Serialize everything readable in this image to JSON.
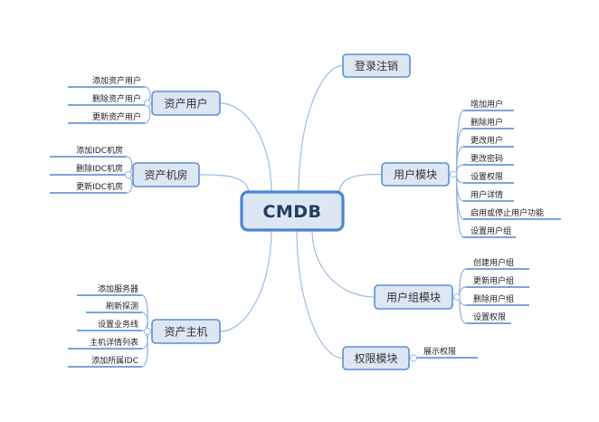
{
  "root": {
    "label": "CMDB"
  },
  "colors": {
    "node_fill": "#dde6f3",
    "node_border": "#5b8fd6",
    "connector": "#9cbbe6",
    "leaf_underline": "#4f86d1",
    "root_text": "#1f3f63"
  },
  "branches": [
    {
      "id": "asset-user",
      "label": "资产用户",
      "side": "left",
      "children": [
        "添加资产用户",
        "删除资产用户",
        "更新资产用户"
      ]
    },
    {
      "id": "asset-room",
      "label": "资产机房",
      "side": "left",
      "children": [
        "添加IDC机房",
        "删除IDC机房",
        "更新IDC机房"
      ]
    },
    {
      "id": "asset-host",
      "label": "资产主机",
      "side": "left",
      "children": [
        "添加服务器",
        "刷新探测",
        "设置业务线",
        "主机详情列表",
        "添加所属IDC"
      ]
    },
    {
      "id": "login",
      "label": "登录注销",
      "side": "right",
      "children": []
    },
    {
      "id": "user-module",
      "label": "用户模块",
      "side": "right",
      "children": [
        "增加用户",
        "删除用户",
        "更改用户",
        "更改密码",
        "设置权限",
        "用户详情",
        "启用或停止用户功能",
        "设置用户组"
      ]
    },
    {
      "id": "usergroup-module",
      "label": "用户组模块",
      "side": "right",
      "children": [
        "创建用户组",
        "更新用户组",
        "删除用户组",
        "设置权限"
      ]
    },
    {
      "id": "perm-module",
      "label": "权限模块",
      "side": "right",
      "children": [
        "展示权限"
      ]
    }
  ]
}
